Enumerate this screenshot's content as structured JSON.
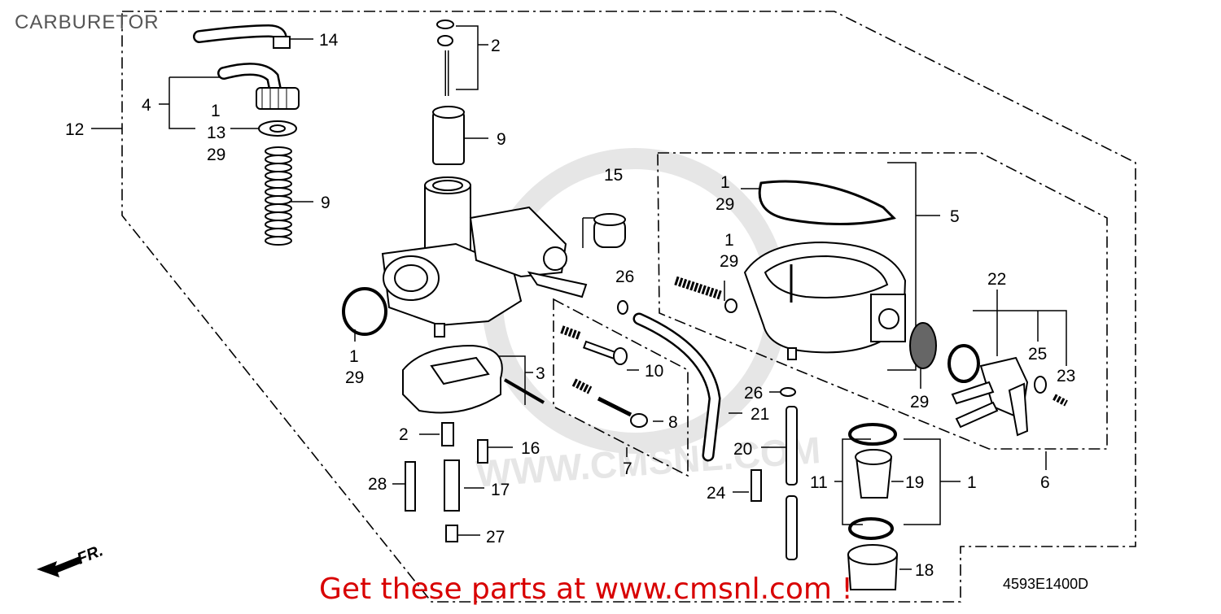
{
  "title": "CARBURETOR",
  "footer": "Get these parts at www.cmsnl.com !",
  "diagram_code": "4593E1400D",
  "watermark": "WWW.CMSNL.COM",
  "front_marker": "FR.",
  "callouts": {
    "c14": "14",
    "c2a": "2",
    "c4": "4",
    "c1a": "1",
    "c13": "13",
    "c29a": "29",
    "c12": "12",
    "c9a": "9",
    "c9b": "9",
    "c15": "15",
    "c26a": "26",
    "c1b": "1",
    "c29b": "29",
    "c3": "3",
    "c10": "10",
    "c8": "8",
    "c7": "7",
    "c2b": "2",
    "c16": "16",
    "c28": "28",
    "c17": "17",
    "c27": "27",
    "c1c": "1",
    "c29c": "29",
    "c1d": "1",
    "c29d": "29",
    "c5": "5",
    "c22": "22",
    "c25": "25",
    "c23": "23",
    "c29e": "29",
    "c26b": "26",
    "c21": "21",
    "c20": "20",
    "c24": "24",
    "c11": "11",
    "c19": "19",
    "c1e": "1",
    "c6": "6",
    "c18": "18"
  }
}
